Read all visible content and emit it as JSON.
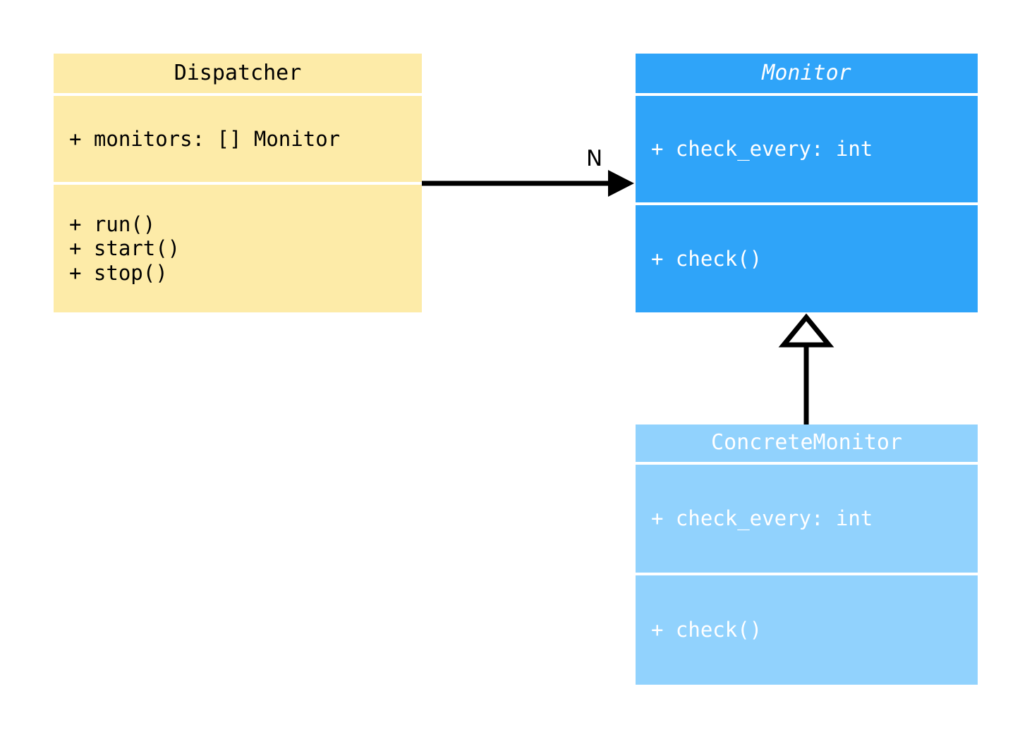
{
  "diagram": {
    "kind": "uml-class-diagram",
    "background": "#ffffff",
    "classes": [
      {
        "id": "dispatcher",
        "name": "Dispatcher",
        "abstract": false,
        "fill": "#FDEBA8",
        "text_color": "#000000",
        "attributes": "+ monitors: [] Monitor",
        "operations": "+ run()\n+ start()\n+ stop()"
      },
      {
        "id": "monitor",
        "name": "Monitor",
        "abstract": true,
        "fill": "#2FA4F9",
        "text_color": "#FFFFFF",
        "attributes": "+ check_every: int",
        "operations": "+ check()"
      },
      {
        "id": "concrete_monitor",
        "name": "ConcreteMonitor",
        "abstract": false,
        "fill": "#91D2FD",
        "text_color": "#FFFFFF",
        "attributes": "+ check_every: int",
        "operations": "+ check()"
      }
    ],
    "relationships": [
      {
        "id": "dispatcher-to-monitor",
        "type": "association",
        "from": "Dispatcher",
        "to": "Monitor",
        "multiplicity_label": "N",
        "arrowhead": "filled-open-arrow",
        "line_color": "#000000"
      },
      {
        "id": "concrete-to-monitor",
        "type": "generalization",
        "from": "ConcreteMonitor",
        "to": "Monitor",
        "arrowhead": "hollow-triangle",
        "line_color": "#000000"
      }
    ]
  }
}
